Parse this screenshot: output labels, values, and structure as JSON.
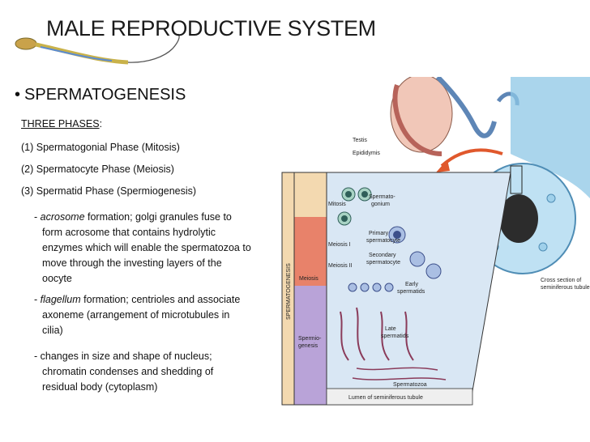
{
  "slide": {
    "title": "MALE REPRODUCTIVE SYSTEM",
    "bullet_symbol": "•",
    "heading": "SPERMATOGENESIS",
    "phases_label": "THREE PHASES",
    "phases_colon": ":",
    "phases": [
      "(1) Spermatogonial Phase (Mitosis)",
      "(2) Spermatocyte Phase (Meiosis)",
      "(3) Spermatid Phase (Spermiogenesis)"
    ],
    "sub_points": [
      {
        "prefix": "- ",
        "term": "acrosome",
        "first": " formation; golgi granules fuse to",
        "rest": [
          "form acrosome that contains hydrolytic",
          "enzymes which will enable the spermatozoa to",
          "move through the investing layers of the",
          "oocyte"
        ]
      },
      {
        "prefix": "- ",
        "term": "flagellum",
        "first": " formation; centrioles and associate",
        "rest": [
          "axoneme (arrangement of microtubules in",
          "cilia)"
        ]
      },
      {
        "prefix": "",
        "term": "",
        "first": "- changes in size and shape of nucleus;",
        "rest": [
          "chromatin condenses and shedding of",
          "residual body (cytoplasm)"
        ]
      }
    ]
  },
  "diagram": {
    "labels": {
      "testis": "Testis",
      "epididymis": "Epididymis",
      "mitosis": "Mitosis",
      "spermatogonium_1": "Spermato-",
      "spermatogonium_2": "gonium",
      "meiosis_1": "Meiosis I",
      "primary_1": "Primary",
      "primary_2": "spermatocyte",
      "secondary_1": "Secondary",
      "secondary_2": "spermatocyte",
      "meiosis_2": "Meiosis II",
      "meiosis": "Meiosis",
      "early_1": "Early",
      "early_2": "spermatids",
      "late_1": "Late",
      "late_2": "spermatids",
      "spermiogenesis_1": "Spermio-",
      "spermiogenesis_2": "genesis",
      "spermatozoa": "Spermatozoa",
      "lumen": "Lumen of seminiferous tubule",
      "cross_1": "Cross section of",
      "cross_2": "seminiferous tubule",
      "vertical": "SPERMATOGENESIS"
    },
    "colors": {
      "mitosis_band": "#f3d9b0",
      "meiosis_band": "#e8826a",
      "spermio_band": "#b9a3d8",
      "wall": "#d9e7f4",
      "arrow": "#e0582c",
      "tubule": "#8ec7e6"
    }
  }
}
